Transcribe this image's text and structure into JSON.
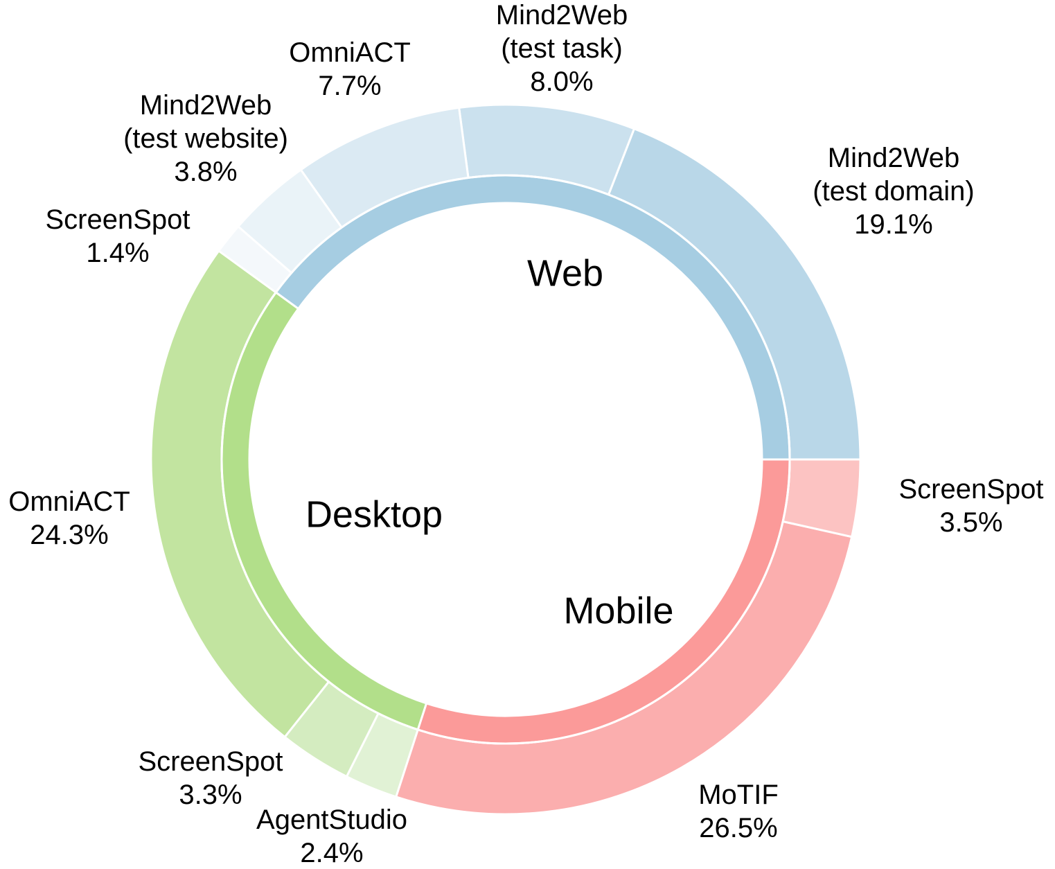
{
  "chart_data": {
    "type": "pie",
    "style": "nested donut (sunburst)",
    "title": "",
    "groups": [
      {
        "name": "Web",
        "color": "#a6cde2",
        "share": 40.0,
        "segments": [
          {
            "name": [
              "Mind2Web",
              "(test domain)"
            ],
            "value": 19.1,
            "value_label": "19.1%",
            "color": "#b9d7e8"
          },
          {
            "name": [
              "Mind2Web",
              "(test task)"
            ],
            "value": 8.0,
            "value_label": "8.0%",
            "color": "#cbe1ee"
          },
          {
            "name": [
              "OmniACT"
            ],
            "value": 7.7,
            "value_label": "7.7%",
            "color": "#dbeaf3"
          },
          {
            "name": [
              "Mind2Web",
              "(test website)"
            ],
            "value": 3.8,
            "value_label": "3.8%",
            "color": "#eaf3f8"
          },
          {
            "name": [
              "ScreenSpot"
            ],
            "value": 1.4,
            "value_label": "1.4%",
            "color": "#f4f8fb"
          }
        ]
      },
      {
        "name": "Desktop",
        "color": "#b2df8a",
        "share": 30.0,
        "segments": [
          {
            "name": [
              "OmniACT"
            ],
            "value": 24.3,
            "value_label": "24.3%",
            "color": "#c2e4a0"
          },
          {
            "name": [
              "ScreenSpot"
            ],
            "value": 3.3,
            "value_label": "3.3%",
            "color": "#d4ecc0"
          },
          {
            "name": [
              "AgentStudio"
            ],
            "value": 2.4,
            "value_label": "2.4%",
            "color": "#e1f2d5"
          }
        ]
      },
      {
        "name": "Mobile",
        "color": "#fb9a99",
        "share": 30.0,
        "segments": [
          {
            "name": [
              "MoTIF"
            ],
            "value": 26.5,
            "value_label": "26.5%",
            "color": "#fbaeae"
          },
          {
            "name": [
              "ScreenSpot"
            ],
            "value": 3.5,
            "value_label": "3.5%",
            "color": "#fcc3c2"
          }
        ]
      }
    ],
    "start": "3 o'clock",
    "direction": "counterclockwise",
    "legend": "none"
  }
}
